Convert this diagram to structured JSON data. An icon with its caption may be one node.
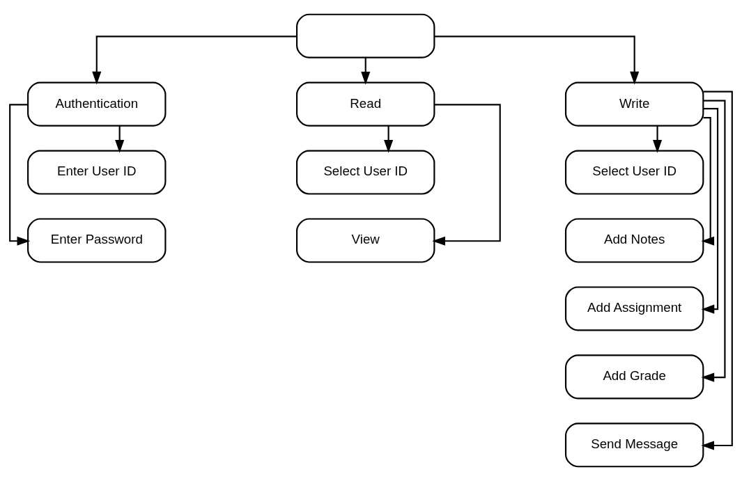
{
  "diagram": {
    "nodes": [
      {
        "text": [],
        "shape": "box"
      },
      {
        "text": [
          "Authentication"
        ]
      },
      {
        "text": [
          "Enter User ID"
        ]
      },
      {
        "text": [
          "Enter Password"
        ]
      },
      {
        "text": [
          "Read"
        ]
      },
      {
        "text": [
          "Select User ID"
        ]
      },
      {
        "text": [
          "View"
        ]
      },
      {
        "text": [
          "Write"
        ]
      },
      {
        "text": [
          "Select User ID"
        ]
      },
      {
        "text": [
          "Add Notes"
        ]
      },
      {
        "text": [
          "Add Assignment"
        ]
      },
      {
        "text": [
          "Add Grade"
        ]
      },
      {
        "text": [
          "Send Message"
        ]
      }
    ],
    "edges": [
      {
        "from": 0,
        "to": 1,
        "arrow": "to"
      },
      {
        "from": 0,
        "to": 4,
        "arrow": "to"
      },
      {
        "from": 0,
        "to": 7,
        "arrow": "to"
      },
      {
        "from": 1,
        "to": 2,
        "arrow": "to"
      },
      {
        "from": 1,
        "to": 3,
        "arrow": "to"
      },
      {
        "from": 4,
        "to": 5,
        "arrow": "to"
      },
      {
        "from": 4,
        "to": 6,
        "arrow": "to"
      },
      {
        "from": 7,
        "to": 8,
        "arrow": "to"
      },
      {
        "from": 7,
        "to": 9,
        "arrow": "to"
      },
      {
        "from": 7,
        "to": 10,
        "arrow": "to"
      },
      {
        "from": 7,
        "to": 11,
        "arrow": "to"
      },
      {
        "from": 7,
        "to": 12,
        "arrow": "to"
      }
    ]
  }
}
